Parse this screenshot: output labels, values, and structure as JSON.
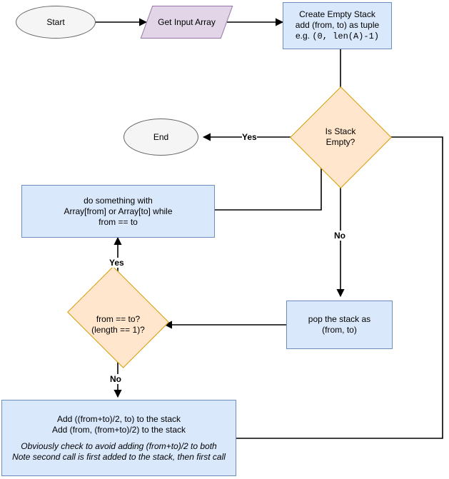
{
  "diagram": {
    "title": "Iterative binary-recursion flowchart using an explicit stack",
    "background": "#ffffff",
    "colors": {
      "process_fill": "#dae8fc",
      "process_stroke": "#6c8ebf",
      "decision_fill": "#ffe6cc",
      "decision_stroke": "#d79b00",
      "data_fill": "#e1d5e7",
      "data_stroke": "#9673a6",
      "terminator_fill": "#f5f5f5",
      "terminator_stroke": "#666666",
      "edge_stroke": "#000000",
      "text": "#000000"
    },
    "nodes": {
      "start": {
        "type": "terminator",
        "label": "Start"
      },
      "get_input": {
        "type": "data",
        "label": "Get Input Array"
      },
      "create_stack": {
        "type": "process",
        "line1": "Create Empty Stack",
        "line2": "add (from, to) as tuple",
        "line3_prefix": "e.g. ",
        "line3_code": "(0, len(A)-1)"
      },
      "is_stack_empty": {
        "type": "decision",
        "line1": "Is Stack",
        "line2": "Empty?"
      },
      "end": {
        "type": "terminator",
        "label": "End"
      },
      "do_something": {
        "type": "process",
        "line1": "do something with",
        "line2": "Array[from] or Array[to] while",
        "line3": "from == to"
      },
      "pop_stack": {
        "type": "process",
        "line1": "pop the stack as",
        "line2": "(from, to)"
      },
      "from_equals_to": {
        "type": "decision",
        "line1": "from == to?",
        "line2": "(length == 1)?"
      },
      "add_to_stack": {
        "type": "process",
        "line1": "Add ((from+to)/2, to) to the stack",
        "line2": "Add (from, (from+to)/2) to the stack",
        "note1": "Obviously check to avoid adding (from+to)/2 to both",
        "note2": "Note second call is first added to the stack, then first call"
      }
    },
    "edge_labels": {
      "yes_end": "Yes",
      "no_pop": "No",
      "yes_do_something": "Yes",
      "no_add": "No"
    }
  }
}
